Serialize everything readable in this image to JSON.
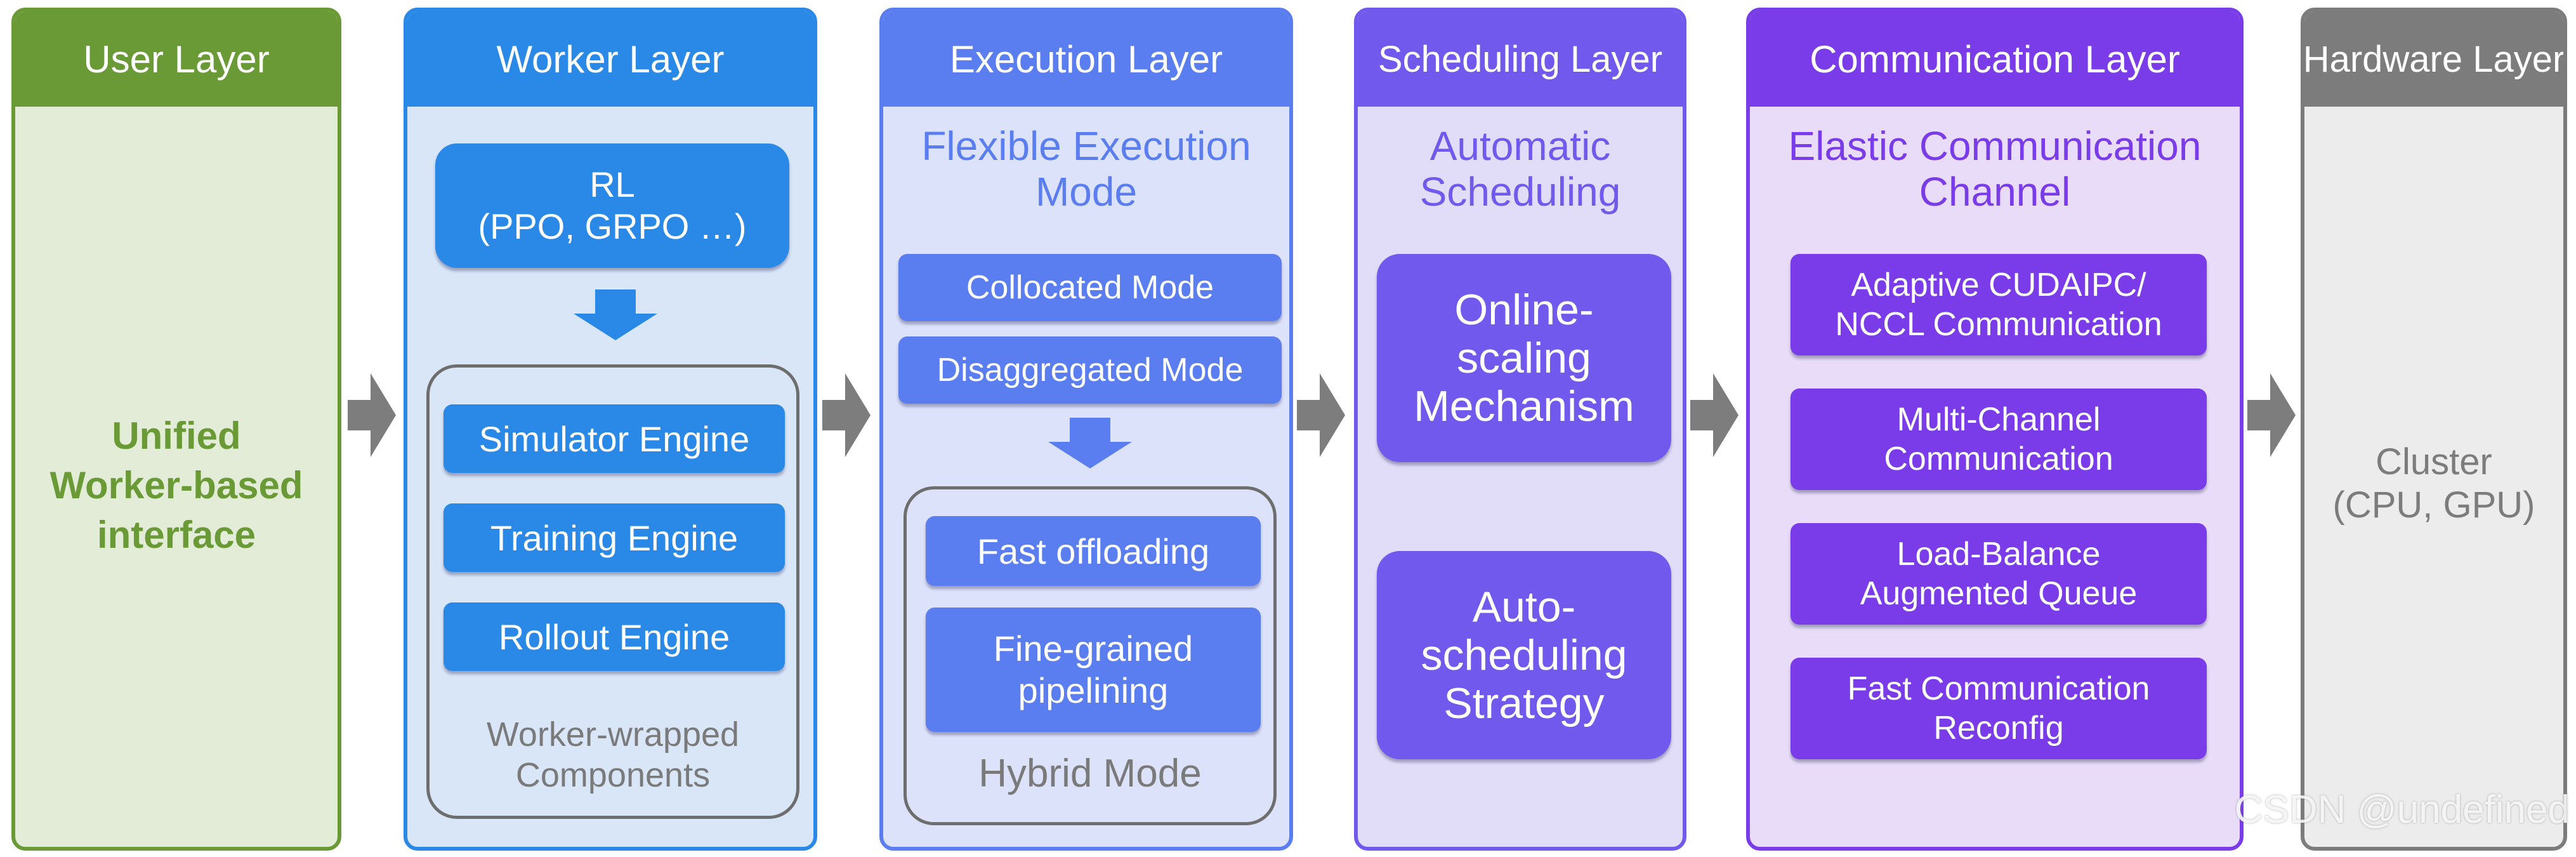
{
  "layers": {
    "user": {
      "title": "User Layer",
      "body": [
        "Unified",
        "Worker-based",
        "interface"
      ],
      "color": "#6a9a36",
      "fill": "#e3ecd6"
    },
    "worker": {
      "title": "Worker Layer",
      "rl": [
        "RL",
        "(PPO, GRPO …)"
      ],
      "engines": [
        "Simulator Engine",
        "Training Engine",
        "Rollout Engine"
      ],
      "group_caption": [
        "Worker-wrapped",
        "Components"
      ],
      "color": "#2a88e6",
      "fill": "#d8e6f8"
    },
    "execution": {
      "title": "Execution Layer",
      "subtitle": [
        "Flexible Execution",
        "Mode"
      ],
      "modes": [
        "Collocated Mode",
        "Disaggregated Mode"
      ],
      "hybrid_items": [
        "Fast offloading",
        [
          "Fine-grained",
          "pipelining"
        ]
      ],
      "group_caption": "Hybrid Mode",
      "color": "#5a7ef0",
      "fill": "#dde2fb"
    },
    "scheduling": {
      "title": "Scheduling Layer",
      "subtitle": [
        "Automatic",
        "Scheduling"
      ],
      "items": [
        [
          "Online-",
          "scaling",
          "Mechanism"
        ],
        [
          "Auto-",
          "scheduling",
          "Strategy"
        ]
      ],
      "color": "#7059ec",
      "fill": "#e1ddf8"
    },
    "communication": {
      "title": "Communication Layer",
      "subtitle": [
        "Elastic Communication",
        "Channel"
      ],
      "items": [
        [
          "Adaptive CUDAIPC/",
          "NCCL Communication"
        ],
        [
          "Multi-Channel",
          "Communication"
        ],
        [
          "Load-Balance",
          "Augmented Queue"
        ],
        [
          "Fast Communication",
          "Reconfig"
        ]
      ],
      "color": "#7a3ce8",
      "fill": "#e8dcf8"
    },
    "hardware": {
      "title": "Hardware Layer",
      "body": [
        "Cluster",
        "(CPU, GPU)"
      ],
      "color": "#7c7c7c",
      "fill": "#ececec"
    }
  },
  "connector_color": "#7d7d7d",
  "watermark": "CSDN @undefined"
}
